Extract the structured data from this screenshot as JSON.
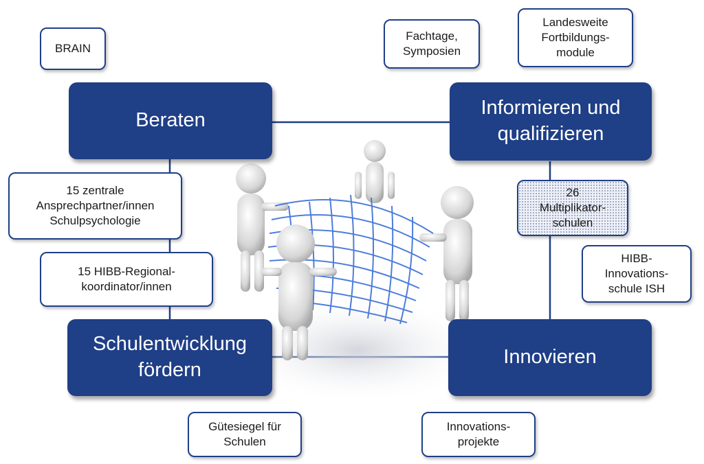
{
  "main_nodes": {
    "beraten": "Beraten",
    "informieren": "Informieren und\nqualifizieren",
    "schulentwicklung": "Schulentwicklung\nfördern",
    "innovieren": "Innovieren"
  },
  "sub_nodes": {
    "brain": "BRAIN",
    "fachtage": "Fachtage,\nSymposien",
    "fortbildung": "Landesweite\nFortbildungs-\nmodule",
    "ansprechpartner": "15 zentrale\nAnsprechpartner/innen\nSchulpsychologie",
    "regionalkoordinator": "15 HIBB-Regional-\nkoordinator/innen",
    "multiplikator": "26\nMultiplikator-\nschulen",
    "innovationsschule": "HIBB-\nInnovations-\nschule ISH",
    "guetesiegel": "Gütesiegel für\nSchulen",
    "innovationsprojekte": "Innovations-\nprojekte"
  },
  "colors": {
    "main_fill": "#1f3f86",
    "connector": "#1f3f86",
    "net": "#3a6fd8",
    "figure_body": "#d8d8d8"
  },
  "icons": {
    "center_image": "people-holding-net-illustration"
  }
}
